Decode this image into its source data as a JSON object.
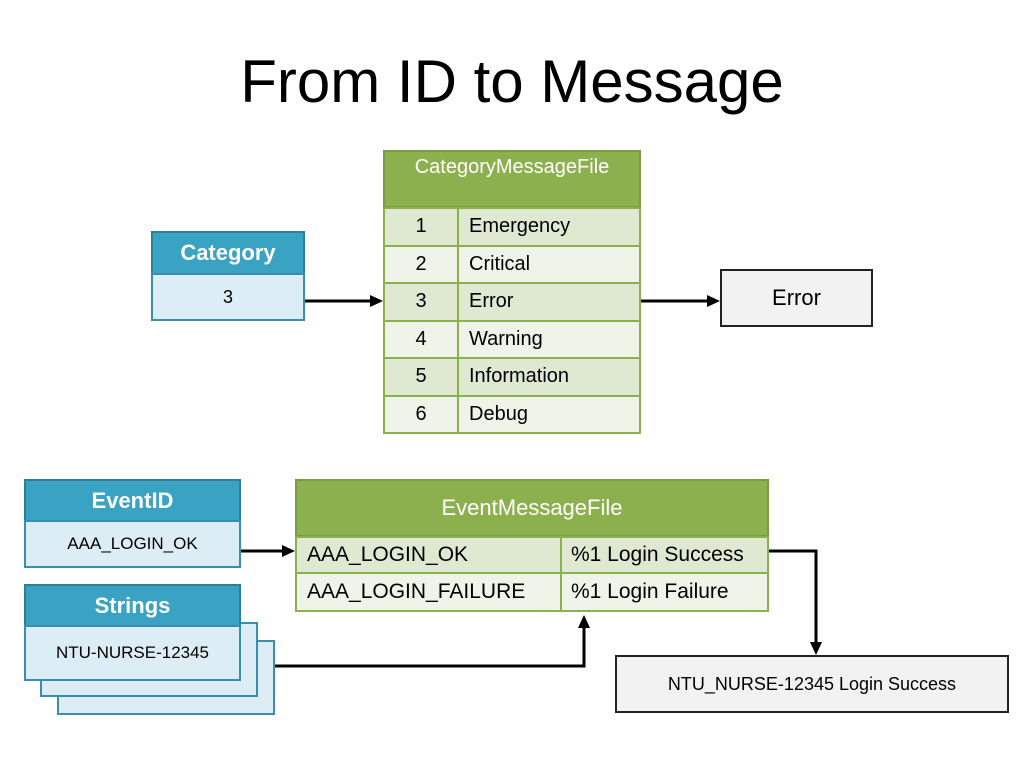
{
  "title": "From ID to Message",
  "category": {
    "header": "Category",
    "value": "3"
  },
  "category_table": {
    "header": "CategoryMessageFile",
    "rows": [
      {
        "id": "1",
        "text": "Emergency"
      },
      {
        "id": "2",
        "text": "Critical"
      },
      {
        "id": "3",
        "text": "Error"
      },
      {
        "id": "4",
        "text": "Warning"
      },
      {
        "id": "5",
        "text": "Information"
      },
      {
        "id": "6",
        "text": "Debug"
      }
    ]
  },
  "category_result": "Error",
  "eventid": {
    "header": "EventID",
    "value": "AAA_LOGIN_OK"
  },
  "strings": {
    "header": "Strings",
    "value": "NTU-NURSE-12345"
  },
  "event_table": {
    "header": "EventMessageFile",
    "rows": [
      {
        "key": "AAA_LOGIN_OK",
        "message": "%1 Login Success"
      },
      {
        "key": "AAA_LOGIN_FAILURE",
        "message": "%1 Login Failure"
      }
    ]
  },
  "event_result": "NTU_NURSE-12345 Login Success"
}
